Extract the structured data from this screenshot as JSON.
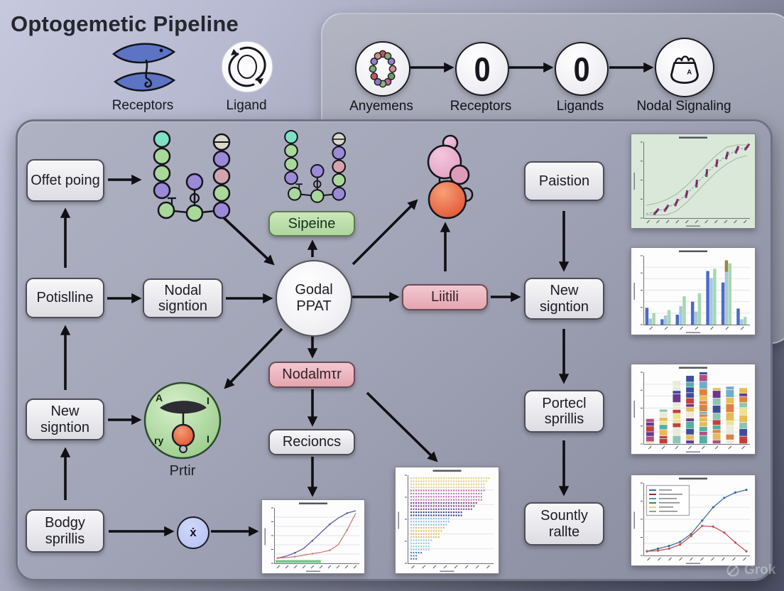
{
  "title": "Optogemetic Pipeline",
  "header": {
    "receptors_label": "Receptors",
    "ligand_label": "Ligand"
  },
  "top_flow": {
    "items": [
      {
        "label": "Anyemens",
        "icon": "bead-ring-icon",
        "glyph": ""
      },
      {
        "label": "Receptors",
        "icon": "zero-icon",
        "glyph": "0"
      },
      {
        "label": "Ligands",
        "icon": "zero-icon",
        "glyph": "0"
      },
      {
        "label": "Nodal Signaling",
        "icon": "bag-icon",
        "glyph": ""
      }
    ]
  },
  "nodes": {
    "offet_poing": "Offet poing",
    "potislline": "Potislline",
    "new_signtion_left": "New signtion",
    "bodgy_sprillis": "Bodgy sprillis",
    "nodal_signtion": "Nodal signtion",
    "sipeine": "Sipeine",
    "godal_ppat": "Godal PPAT",
    "liitili": "Liitili",
    "nodalmtr": "Nodalmτr",
    "recioncs": "Recioncs",
    "paistion": "Paistion",
    "new_signtion_right": "New signtion",
    "portecl_sprillis": "Portecl sprillis",
    "sountly_rallte": "Sountly rallte"
  },
  "prtir": {
    "label": "Prtir",
    "letters": [
      "A",
      "I",
      "ry",
      "I"
    ]
  },
  "misc": {
    "multiply_glyph": "ẋ",
    "watermark": "Grok"
  },
  "colors": {
    "arrow": "#0f0f14",
    "box_fill": "#ececef",
    "box_border": "#4e4e5a",
    "green_box": "#b7dca6",
    "pink_box": "#eab6c0",
    "panel": "#9fa2b4",
    "glycan": {
      "teal": "#7fe0c4",
      "green": "#a9d89b",
      "purple": "#9a8ad8",
      "pink": "#d4a4ae",
      "striped": "#d9d9cb"
    }
  },
  "chart_data": [
    {
      "id": "dose-response-band",
      "type": "sigmoid_band",
      "bg": "#dae8da",
      "x": [
        0,
        1,
        2,
        3,
        4,
        5,
        6,
        7,
        8,
        9,
        10
      ],
      "values": [
        0.02,
        0.05,
        0.1,
        0.18,
        0.3,
        0.45,
        0.6,
        0.74,
        0.85,
        0.93,
        0.97
      ],
      "band": 0.12,
      "line_color": "#7d96a8",
      "marker_color": "#8a3570",
      "title": "",
      "xlabel": "",
      "ylabel": ""
    },
    {
      "id": "grouped-bars",
      "type": "grouped_bar",
      "max": 9,
      "categories": [
        "g1",
        "g2",
        "g3",
        "g4",
        "g5",
        "g6",
        "g7"
      ],
      "series": [
        {
          "color": "#4a6cc4",
          "values": [
            2.2,
            0.7,
            1.3,
            3.0,
            7.0,
            5.5,
            2.1
          ]
        },
        {
          "color": "#a6c6e0",
          "values": [
            0.8,
            1.2,
            2.4,
            1.7,
            6.1,
            6.9,
            0.7
          ]
        },
        {
          "color": "#a6d8ae",
          "values": [
            1.5,
            1.9,
            3.7,
            4.1,
            7.3,
            8.0,
            1.0
          ]
        }
      ],
      "caps": [
        {
          "g": 5,
          "s": 1,
          "h": 1.5,
          "color": "#97863f"
        }
      ],
      "title": "",
      "xlabel": "",
      "ylabel": ""
    },
    {
      "id": "stacked-bars",
      "type": "stacked_bar",
      "totals": [
        35,
        48,
        88,
        95,
        100,
        78,
        80,
        78
      ],
      "segments": [
        6,
        8,
        12,
        13,
        14,
        10,
        9,
        9
      ],
      "palette": [
        "#ece294",
        "#e5bd55",
        "#dd8243",
        "#c43f3b",
        "#693a8c",
        "#3d4d9e",
        "#6fadcb",
        "#8cc6b1",
        "#ebead8",
        "#b14f7e",
        "#52b0a0"
      ],
      "title": "",
      "xlabel": "",
      "ylabel": ""
    },
    {
      "id": "timecourse-lines",
      "type": "multi_line",
      "max": 100,
      "x": [
        0,
        1,
        2,
        3,
        4,
        5,
        6,
        7,
        8,
        9
      ],
      "series": [
        {
          "color": "#3f6b9e",
          "values": [
            2,
            6,
            10,
            16,
            28,
            48,
            68,
            82,
            90,
            94
          ]
        },
        {
          "color": "#c05252",
          "values": [
            2,
            3,
            6,
            12,
            25,
            40,
            39,
            30,
            15,
            2
          ]
        }
      ],
      "legend_colors": [
        "#3f6b9e",
        "#8a2a3a",
        "#4a9aa8",
        "#3a8a5a",
        "#e8d080",
        "#9a9aa2"
      ],
      "title": "",
      "xlabel": "",
      "ylabel": ""
    },
    {
      "id": "growth-lines",
      "type": "two_line",
      "max": 1,
      "x": [
        0,
        1,
        2,
        3,
        4,
        5,
        6,
        7,
        8,
        9
      ],
      "series": [
        {
          "color": "#5d5da8",
          "values": [
            0.02,
            0.06,
            0.13,
            0.22,
            0.38,
            0.55,
            0.72,
            0.85,
            0.95,
            1.0
          ]
        },
        {
          "color": "#cf7d7d",
          "values": [
            0.02,
            0.03,
            0.05,
            0.08,
            0.11,
            0.14,
            0.18,
            0.3,
            0.6,
            0.95
          ]
        }
      ],
      "strip": {
        "color": "#76c689",
        "frac": 0.55
      },
      "title": "",
      "xlabel": "",
      "ylabel": ""
    },
    {
      "id": "dot-matrix",
      "type": "dot_grid",
      "cols": 32,
      "bands": [
        {
          "rows": 4,
          "color": "#e3cf7e",
          "frac": 1.0
        },
        {
          "rows": 4,
          "color": "#b873ae",
          "frac": 0.96
        },
        {
          "rows": 3,
          "color": "#7c3f8e",
          "frac": 0.86
        },
        {
          "rows": 2,
          "color": "#2e3d7e",
          "frac": 0.7
        },
        {
          "rows": 3,
          "color": "#85bedd",
          "frac": 0.52
        },
        {
          "rows": 4,
          "color": "#dfbe6a",
          "frac": 0.44
        },
        {
          "rows": 4,
          "color": "#8fc8e2",
          "frac": 0.3
        },
        {
          "rows": 3,
          "color": "#4b79b6",
          "frac": 0.15
        }
      ],
      "title": "",
      "xlabel": "",
      "ylabel": ""
    }
  ]
}
